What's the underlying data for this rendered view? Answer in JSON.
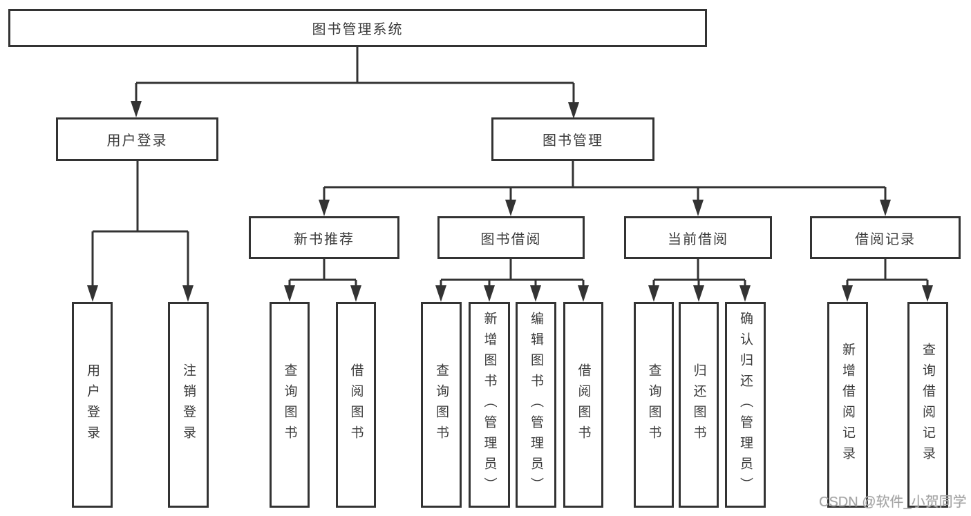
{
  "diagram_title": "图书管理系统",
  "tree": {
    "label": "图书管理系统",
    "children": [
      {
        "label": "用户登录",
        "children": [
          {
            "label": "用户登录"
          },
          {
            "label": "注销登录"
          }
        ]
      },
      {
        "label": "图书管理",
        "children": [
          {
            "label": "新书推荐",
            "children": [
              {
                "label": "查询图书"
              },
              {
                "label": "借阅图书"
              }
            ]
          },
          {
            "label": "图书借阅",
            "children": [
              {
                "label": "查询图书"
              },
              {
                "label": "新增图书（管理员）"
              },
              {
                "label": "编辑图书（管理员）"
              },
              {
                "label": "借阅图书"
              }
            ]
          },
          {
            "label": "当前借阅",
            "children": [
              {
                "label": "查询图书"
              },
              {
                "label": "归还图书"
              },
              {
                "label": "确认归还（管理员）"
              }
            ]
          },
          {
            "label": "借阅记录",
            "children": [
              {
                "label": "新增借阅记录"
              },
              {
                "label": "查询借阅记录"
              }
            ]
          }
        ]
      }
    ]
  },
  "watermark": {
    "text": "CSDN @软件_小贺同学"
  },
  "colors": {
    "line": "#333333",
    "border": "#333333",
    "text": "#3b3b3b",
    "watermark": "#a3a3a3",
    "background": "#ffffff"
  }
}
